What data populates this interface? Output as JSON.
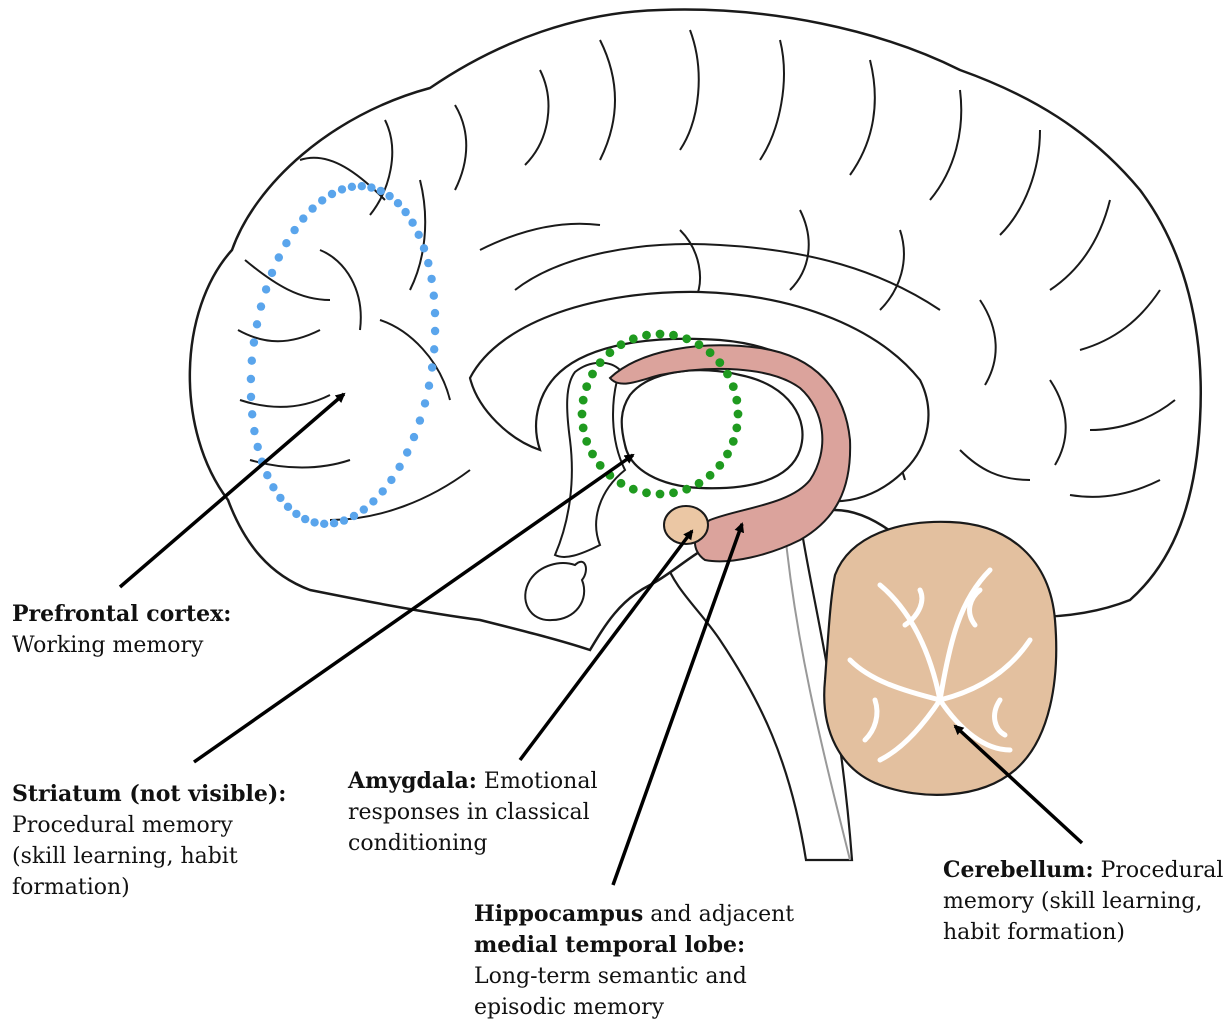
{
  "labels": {
    "prefrontal": {
      "bold": "Prefrontal cortex:",
      "text": "Working memory"
    },
    "striatum": {
      "bold": "Striatum (not visible):",
      "line1": "Procedural memory",
      "line2": "(skill learning, habit",
      "line3": "formation)"
    },
    "amygdala": {
      "bold": "Amygdala:",
      "rest1": " Emotional",
      "line2": "responses in classical",
      "line3": "conditioning"
    },
    "hippocampus": {
      "bold1": "Hippocampus",
      "rest1": " and adjacent",
      "bold2": "medial temporal lobe:",
      "line3": "Long-term semantic and",
      "line4": "episodic memory"
    },
    "cerebellum": {
      "bold": "Cerebellum:",
      "rest1": " Procedural",
      "line2": "memory (skill learning,",
      "line3": "habit formation)"
    }
  },
  "colors": {
    "prefrontal_dots": "#5aa5ec",
    "striatum_dots": "#1f9a1f",
    "hippocampus_fill": "#dba39c",
    "amygdala_fill": "#ebc7a4",
    "cerebellum_fill": "#e3c09f",
    "outline": "#1a1a1a"
  }
}
